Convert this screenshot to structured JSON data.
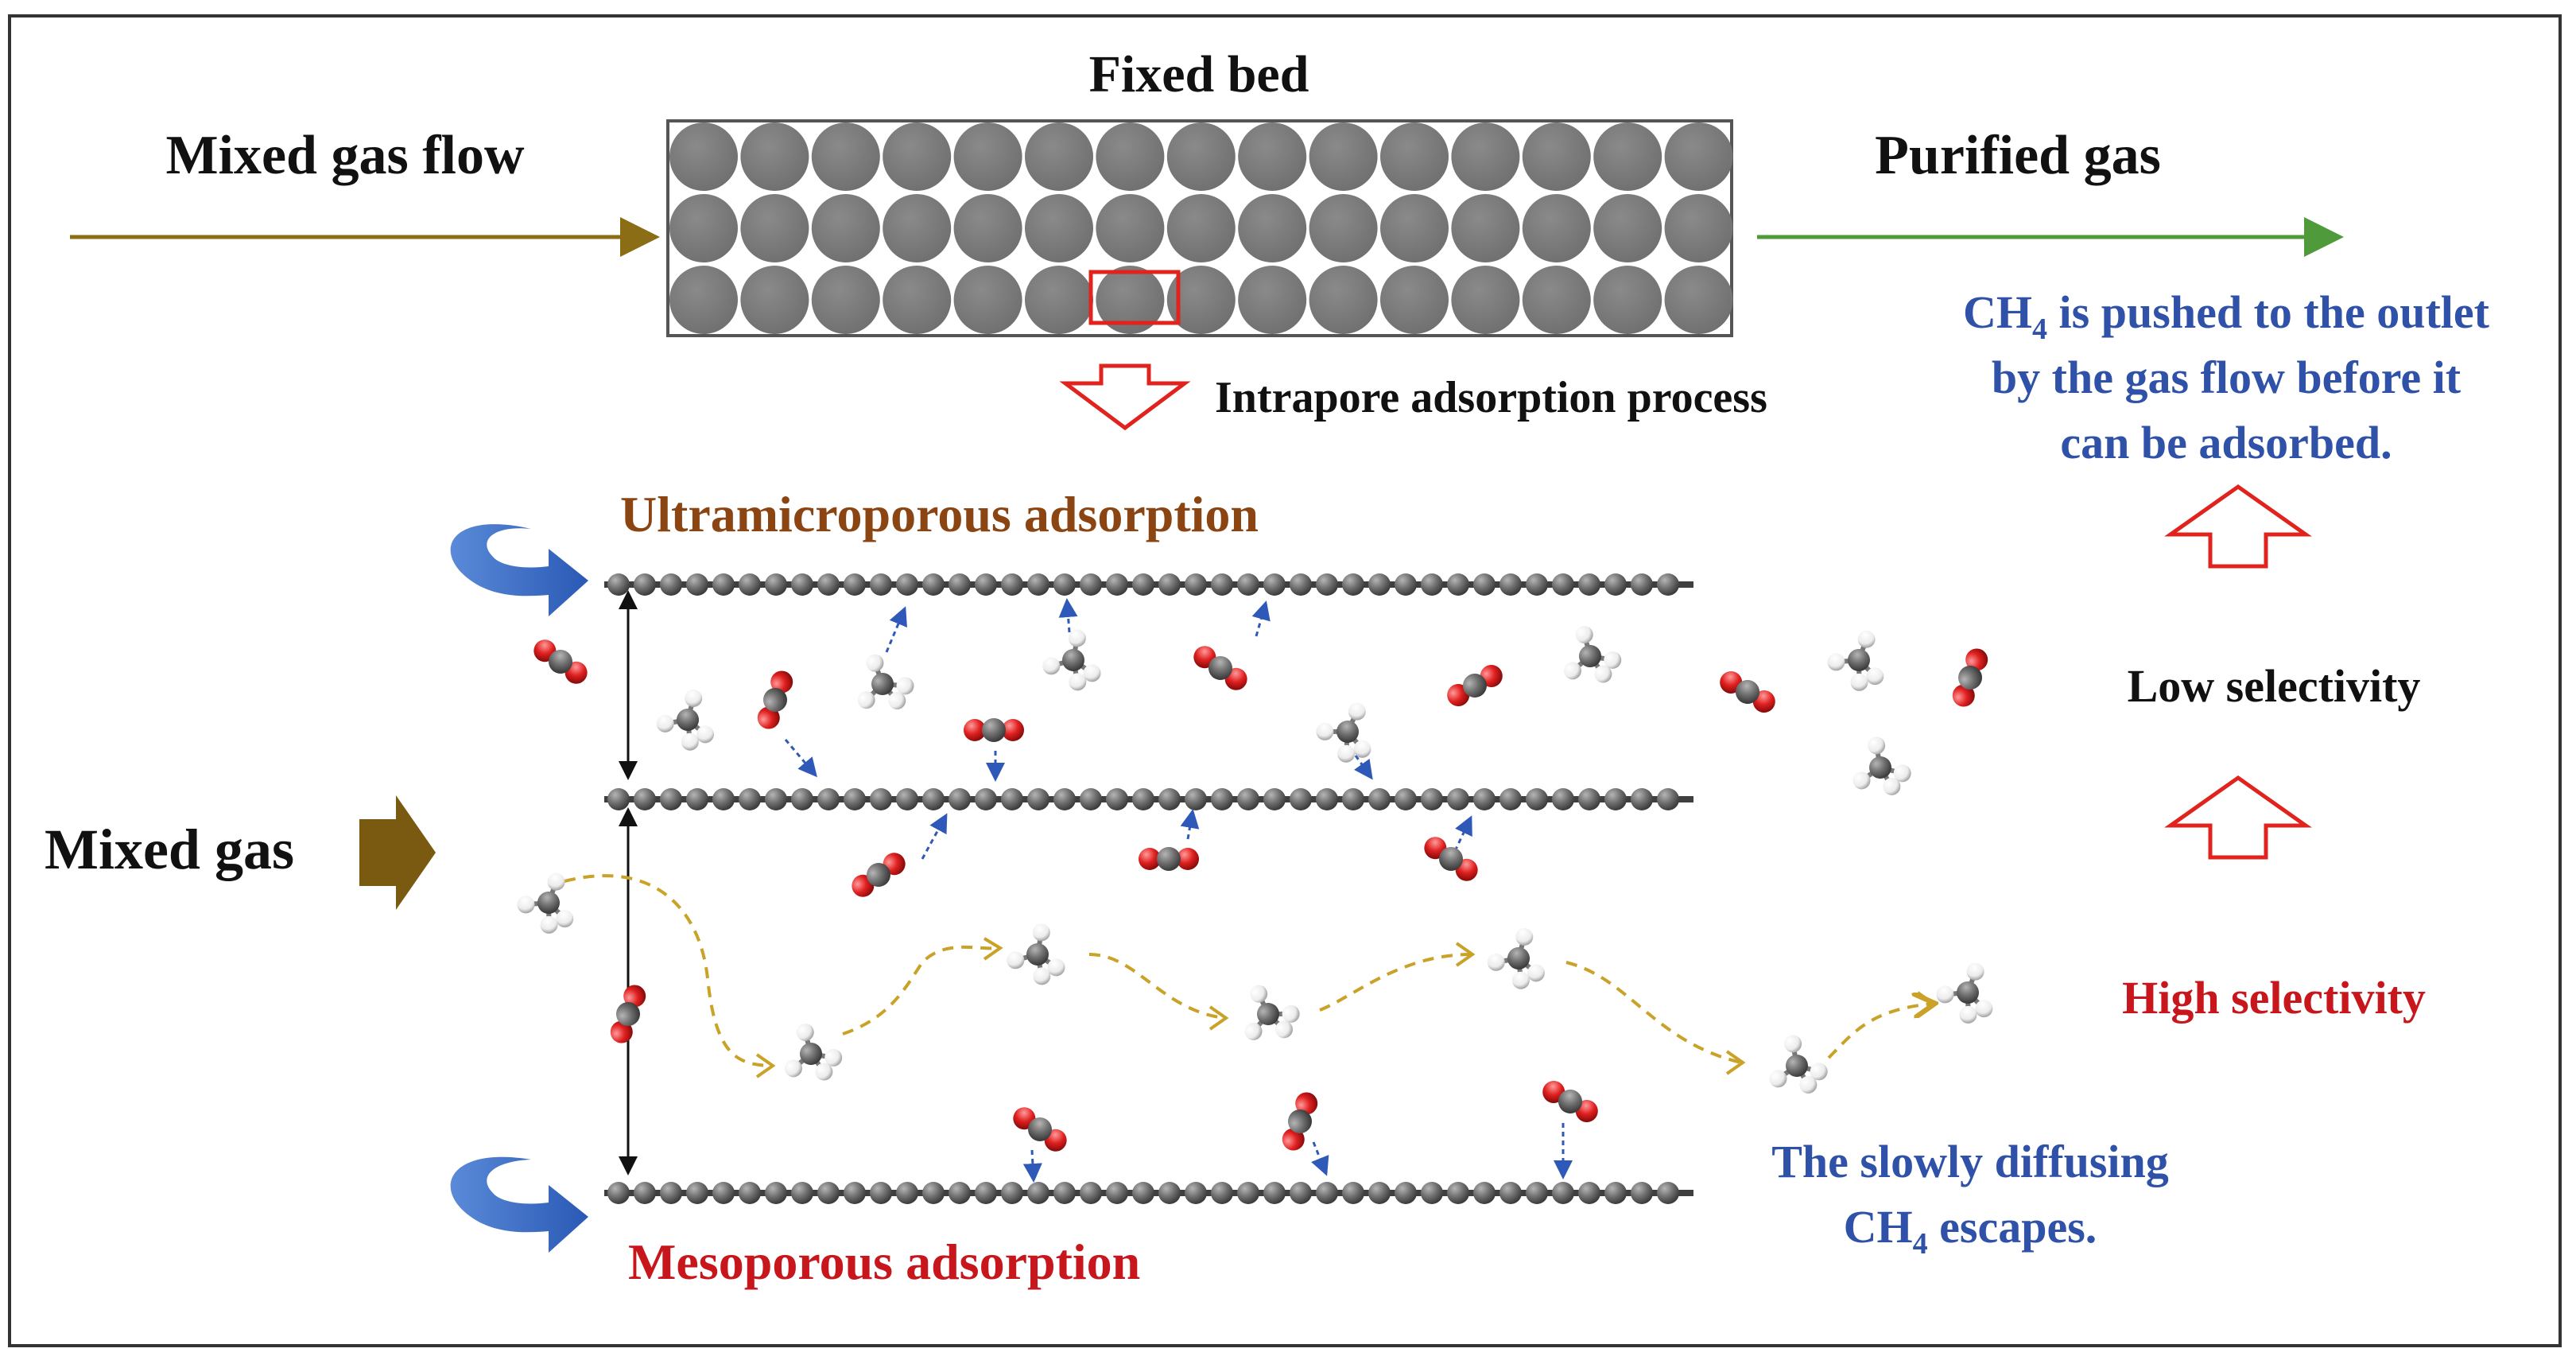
{
  "colors": {
    "frame": "#333333",
    "flow_in_arrow": "#8a6d14",
    "flow_out_arrow": "#4f9a3a",
    "bed_particle": "#7f7f7f",
    "highlight_box": "#e0231d",
    "ultramicro_title": "#8b4513",
    "meso_title": "#c8161d",
    "blue_text": "#2f52a8",
    "red_text": "#c8161d",
    "black_text": "#111111",
    "mixed_gas_arrow": "#7a5a10",
    "curved_arrow": "#3567c2",
    "ch4_path": "#c9a227",
    "adsorb_arrow": "#2f59b8",
    "oxygen_atom": "#e02020",
    "carbon_atom": "#6e6e6e",
    "hydrogen_atom": "#f2f2f2"
  },
  "labels": {
    "fixed_bed": "Fixed bed",
    "mixed_gas_flow": "Mixed gas flow",
    "purified_gas": "Purified gas",
    "intrapore": "Intrapore adsorption process",
    "ultramicro": "Ultramicroporous adsorption",
    "meso": "Mesoporous adsorption",
    "mixed_gas": "Mixed gas",
    "low_selectivity": "Low selectivity",
    "high_selectivity": "High selectivity",
    "note_top_1a": "CH",
    "note_top_1sub": "4",
    "note_top_1b": " is pushed to the outlet",
    "note_top_2": "by the gas flow before it",
    "note_top_3": "can be adsorbed.",
    "note_bottom_1": "The slowly diffusing",
    "note_bottom_2a": "CH",
    "note_bottom_2sub": "4",
    "note_bottom_2b": " escapes."
  },
  "molecule_icons": [
    "co2-molecule-icon",
    "ch4-molecule-icon",
    "graphene-layer-icon"
  ]
}
